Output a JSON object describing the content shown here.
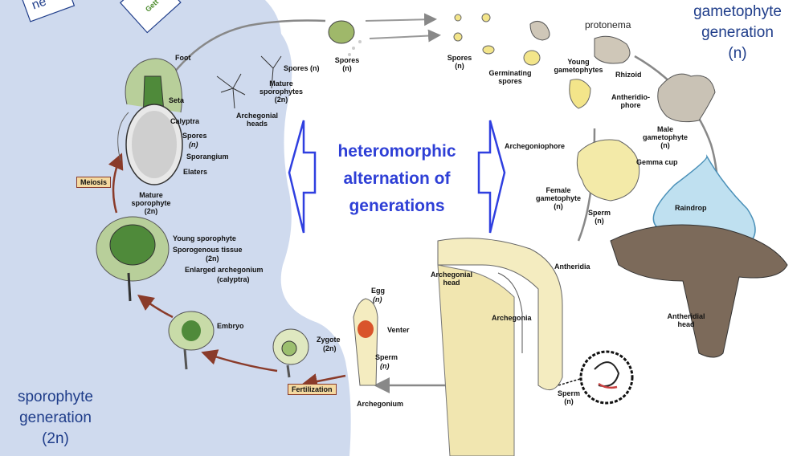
{
  "corner_badges": {
    "left_text": "ne",
    "right_text": "Gett"
  },
  "sporophyte_generation": {
    "line1": "sporophyte",
    "line2": "generation",
    "line3": "(2n)"
  },
  "gametophyte_generation": {
    "line1": "gametophyte",
    "line2": "generation",
    "line3": "(n)"
  },
  "center_title": {
    "line1": "heteromorphic",
    "line2": "alternation of",
    "line3": "generations"
  },
  "protonema": "protonema",
  "boxes": {
    "meiosis": "Meiosis",
    "fertilization": "Fertilization"
  },
  "labels": {
    "foot": "Foot",
    "seta": "Seta",
    "calyptra": "Calyptra",
    "spores_n_1": "Spores",
    "spores_n_1b": "(n)",
    "sporangium": "Sporangium",
    "elaters": "Elaters",
    "mature_sporophyte": "Mature",
    "mature_sporophyte2": "sporophyte",
    "mature_sporophyte3": "(2n)",
    "young_sporophyte": "Young sporophyte",
    "sporogenous": "Sporogenous tissue",
    "sporogenous2": "(2n)",
    "enlarged": "Enlarged archegonium",
    "enlarged2": "(calyptra)",
    "embryo": "Embryo",
    "zygote": "Zygote",
    "zygote2": "(2n)",
    "egg": "Egg",
    "egg2": "(n)",
    "venter": "Venter",
    "sperm_left": "Sperm",
    "sperm_left2": "(n)",
    "archegonium": "Archegonium",
    "spores_top_left": "Spores (n)",
    "mature_sporophytes": "Mature",
    "mature_sporophytes2": "sporophytes",
    "mature_sporophytes3": "(2n)",
    "archegonial_heads": "Archegonial",
    "archegonial_heads2": "heads",
    "spores_mid": "Spores",
    "spores_mid2": "(n)",
    "spores_right": "Spores",
    "spores_right2": "(n)",
    "germinating": "Germinating",
    "germinating2": "spores",
    "young_gametophytes": "Young",
    "young_gametophytes2": "gametophytes",
    "rhizoid": "Rhizoid",
    "antheridiophore": "Antheridio-",
    "antheridiophore2": "phore",
    "male_gametophyte": "Male",
    "male_gametophyte2": "gametophyte",
    "male_gametophyte3": "(n)",
    "archegoniophore": "Archegoniophore",
    "gemma_cup": "Gemma cup",
    "female_gametophyte": "Female",
    "female_gametophyte2": "gametophyte",
    "female_gametophyte3": "(n)",
    "sperm_mid": "Sperm",
    "sperm_mid2": "(n)",
    "raindrop": "Raindrop",
    "archegonial_head": "Archegonial",
    "archegonial_head2": "head",
    "archegonia": "Archegonia",
    "antheridia": "Antheridia",
    "antheridial_head": "Antheridial",
    "antheridial_head2": "head",
    "sperm_bottom": "Sperm",
    "sperm_bottom2": "(n)"
  },
  "colors": {
    "sporophyte_bg": "#cfdaee",
    "arrow_blue": "#2f3fe0",
    "gen_text": "#1f3d8a",
    "title_blue": "#2e3fd6"
  }
}
